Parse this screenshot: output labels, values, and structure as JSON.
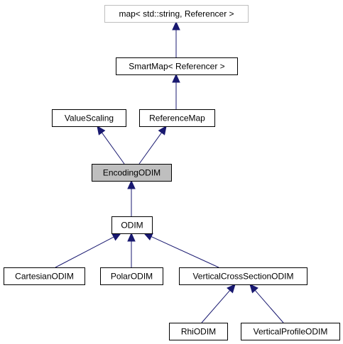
{
  "diagram": {
    "type": "class-inheritance-graph",
    "colors": {
      "edge": "#191970",
      "box_border": "#000000",
      "external_border": "#bfbfbf",
      "current_fill": "#bfbfbf",
      "background": "#ffffff"
    },
    "nodes": [
      {
        "id": "map",
        "label": "map< std::string, Referencer >",
        "kind": "external"
      },
      {
        "id": "smartmap",
        "label": "SmartMap< Referencer >",
        "kind": "normal"
      },
      {
        "id": "valuescaling",
        "label": "ValueScaling",
        "kind": "normal"
      },
      {
        "id": "referencemap",
        "label": "ReferenceMap",
        "kind": "normal"
      },
      {
        "id": "encodingodim",
        "label": "EncodingODIM",
        "kind": "current"
      },
      {
        "id": "odim",
        "label": "ODIM",
        "kind": "normal"
      },
      {
        "id": "cartesianodim",
        "label": "CartesianODIM",
        "kind": "normal"
      },
      {
        "id": "polarodim",
        "label": "PolarODIM",
        "kind": "normal"
      },
      {
        "id": "verticalcrosssectionodim",
        "label": "VerticalCrossSectionODIM",
        "kind": "normal"
      },
      {
        "id": "rhiodim",
        "label": "RhiODIM",
        "kind": "normal"
      },
      {
        "id": "verticalprofileodim",
        "label": "VerticalProfileODIM",
        "kind": "normal"
      }
    ],
    "edges": [
      {
        "from": "smartmap",
        "to": "map"
      },
      {
        "from": "referencemap",
        "to": "smartmap"
      },
      {
        "from": "encodingodim",
        "to": "valuescaling"
      },
      {
        "from": "encodingodim",
        "to": "referencemap"
      },
      {
        "from": "odim",
        "to": "encodingodim"
      },
      {
        "from": "cartesianodim",
        "to": "odim"
      },
      {
        "from": "polarodim",
        "to": "odim"
      },
      {
        "from": "verticalcrosssectionodim",
        "to": "odim"
      },
      {
        "from": "rhiodim",
        "to": "verticalcrosssectionodim"
      },
      {
        "from": "verticalprofileodim",
        "to": "verticalcrosssectionodim"
      }
    ]
  }
}
